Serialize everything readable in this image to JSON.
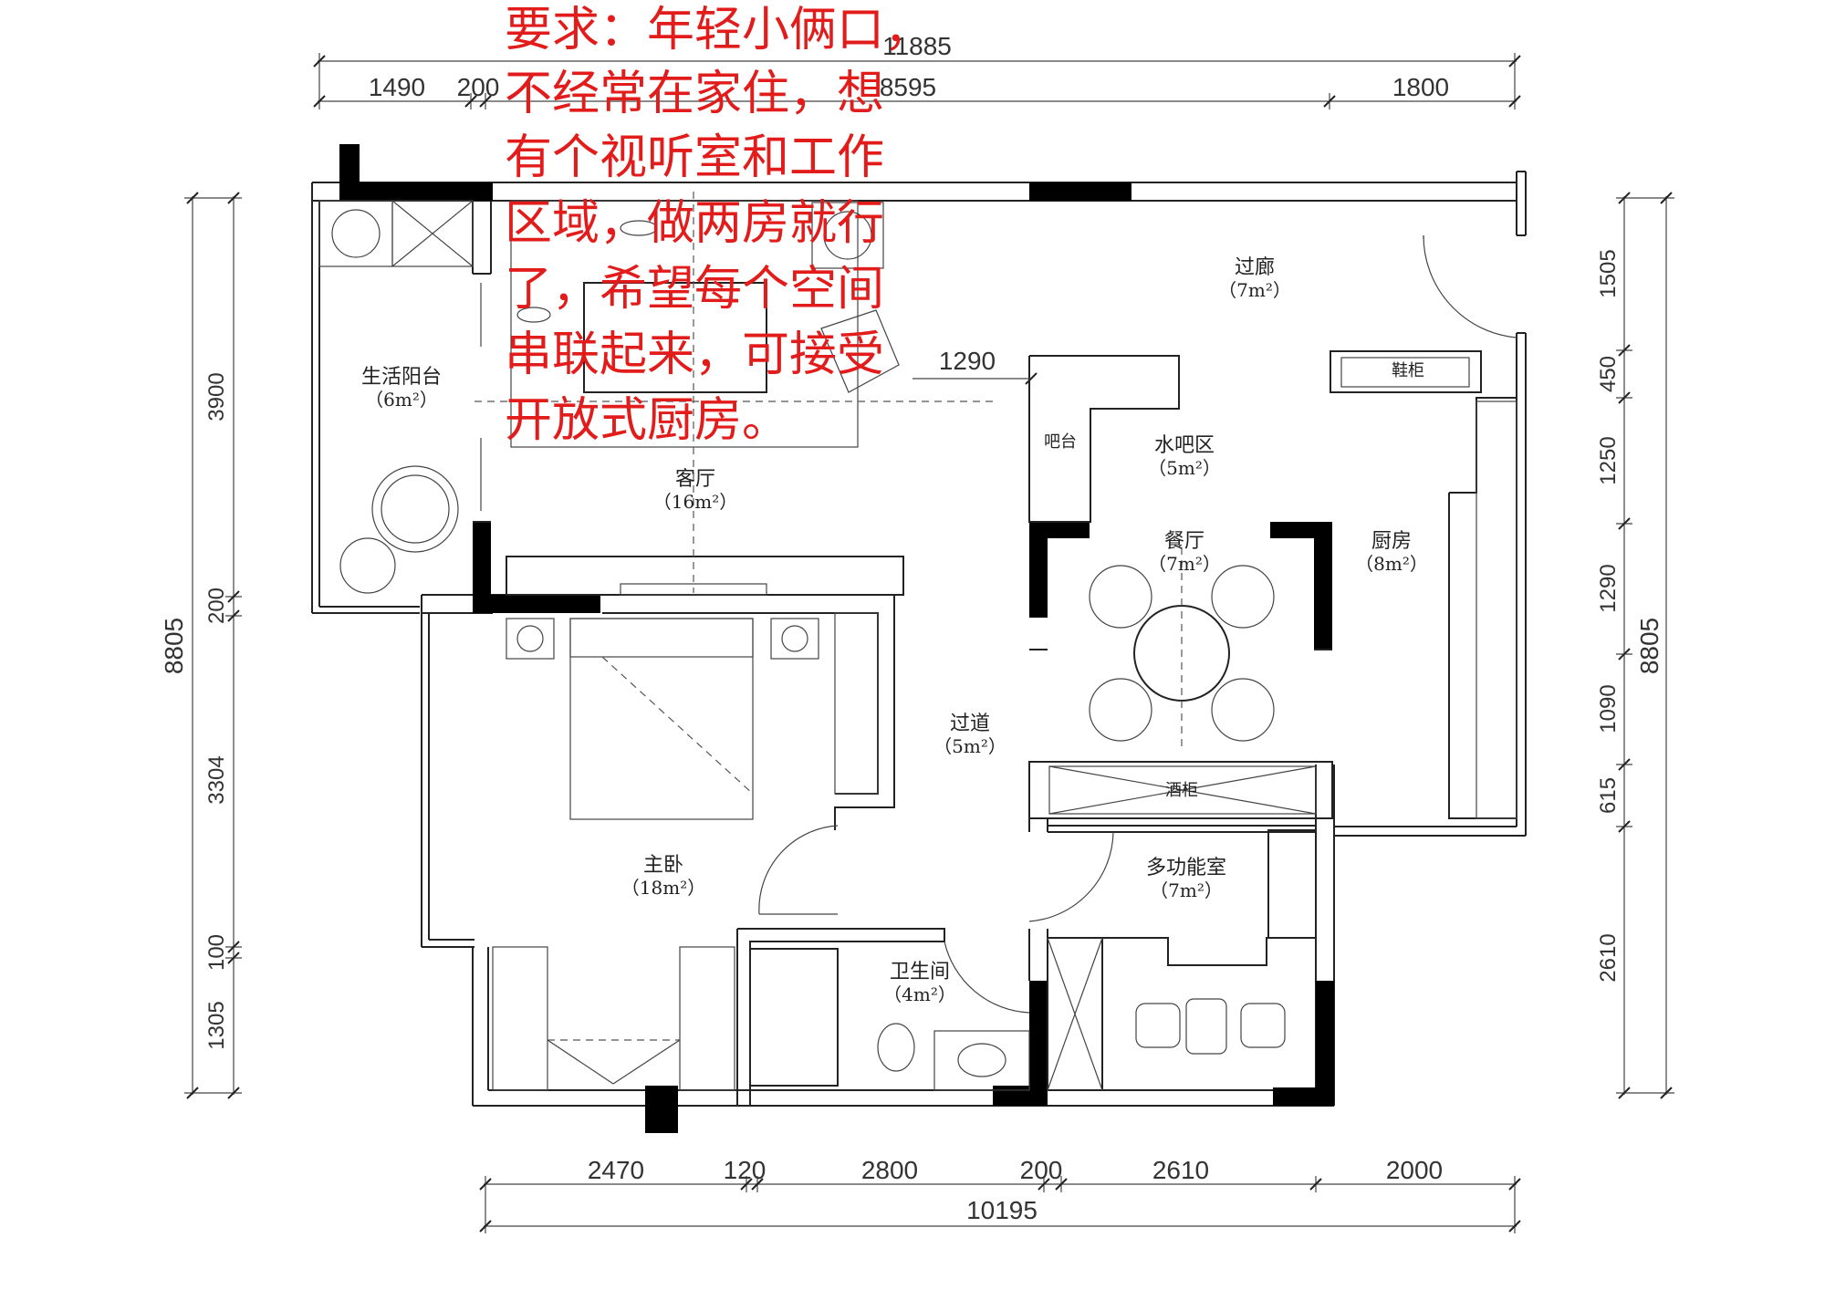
{
  "note_lines": [
    "要求：年轻小俩口，",
    "不经常在家住，想",
    "有个视听室和工作",
    "区域，做两房就行",
    "了，希望每个空间",
    "串联起来，可接受",
    "开放式厨房。"
  ],
  "dimensions": {
    "top_total": "11885",
    "top_1": "1490",
    "top_2": "200",
    "top_3": "8595",
    "top_4": "1800",
    "bar_width": "1290",
    "bottom_1": "2470",
    "bottom_2": "120",
    "bottom_3": "2800",
    "bottom_4": "200",
    "bottom_5": "2610",
    "bottom_6": "2000",
    "bottom_total": "10195",
    "left_total": "8805",
    "left_1": "3900",
    "left_2": "200",
    "left_3": "3304",
    "left_4": "100",
    "left_5": "1305",
    "right_total": "8805",
    "right_1": "1505",
    "right_2": "450",
    "right_3": "1250",
    "right_4": "1290",
    "right_5": "1090",
    "right_6": "615",
    "right_7": "2610"
  },
  "rooms": {
    "corridor": {
      "name": "过廊",
      "area": "（7m²）"
    },
    "balcony": {
      "name": "生活阳台",
      "area": "（6m²）"
    },
    "living": {
      "name": "客厅",
      "area": "（16m²）"
    },
    "water_bar": {
      "name": "水吧区",
      "area": "（5m²）"
    },
    "dining": {
      "name": "餐厅",
      "area": "（7m²）"
    },
    "kitchen": {
      "name": "厨房",
      "area": "（8m²）"
    },
    "passage": {
      "name": "过道",
      "area": "（5m²）"
    },
    "master": {
      "name": "主卧",
      "area": "（18m²）"
    },
    "multi": {
      "name": "多功能室",
      "area": "（7m²）"
    },
    "bath": {
      "name": "卫生间",
      "area": "（4m²）"
    }
  },
  "labels": {
    "shoe_cabinet": "鞋柜",
    "bar_counter": "吧台",
    "wine_cabinet": "酒柜"
  }
}
